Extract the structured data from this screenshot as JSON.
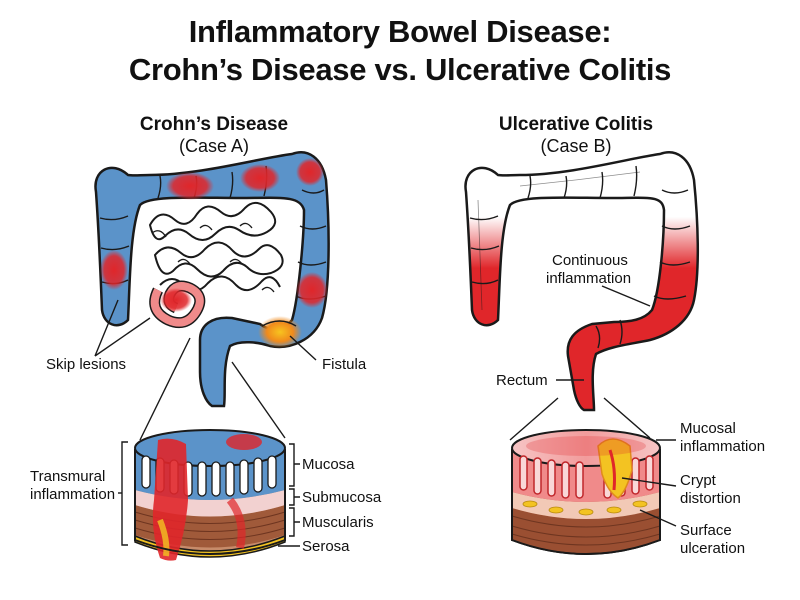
{
  "title": {
    "line1": "Inflammatory Bowel Disease:",
    "line2": "Crohn’s Disease vs. Ulcerative Colitis"
  },
  "crohns": {
    "heading": "Crohn’s Disease",
    "case": "(Case A)",
    "labels": {
      "skip_lesions": "Skip lesions",
      "fistula": "Fistula",
      "transmural_1": "Transmural",
      "transmural_2": "inflammation",
      "mucosa": "Mucosa",
      "submucosa": "Submucosa",
      "muscularis": "Muscularis",
      "serosa": "Serosa"
    }
  },
  "uc": {
    "heading": "Ulcerative Colitis",
    "case": "(Case B)",
    "labels": {
      "continuous_1": "Continuous",
      "continuous_2": "inflammation",
      "rectum": "Rectum",
      "mucosal_1": "Mucosal",
      "mucosal_2": "inflammation",
      "crypt_1": "Crypt",
      "crypt_2": "distortion",
      "surface_1": "Surface",
      "surface_2": "ulceration"
    }
  },
  "colors": {
    "crohns_colon": "#5b93c9",
    "inflammation": "#e0262a",
    "inflammation_light": "#f4a3a1",
    "fistula": "#f4a21f",
    "outline": "#1a1a1a"
  }
}
